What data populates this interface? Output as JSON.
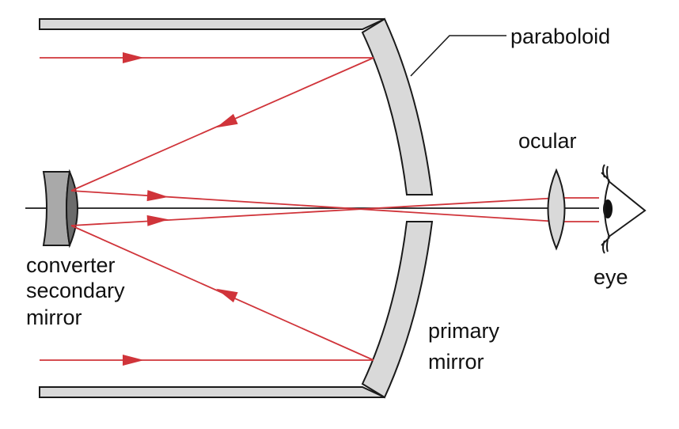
{
  "labels": {
    "paraboloid": "paraboloid",
    "ocular": "ocular",
    "secondary_line1": "converter",
    "secondary_line2": "secondary",
    "secondary_line3": "mirror",
    "primary_line1": "primary",
    "primary_line2": "mirror",
    "eye": "eye"
  },
  "colors": {
    "ray": "#d0343a",
    "mirror_fill": "#d9d9d9",
    "secondary_dark": "#6b6b6b",
    "secondary_light": "#a9a9a9"
  }
}
